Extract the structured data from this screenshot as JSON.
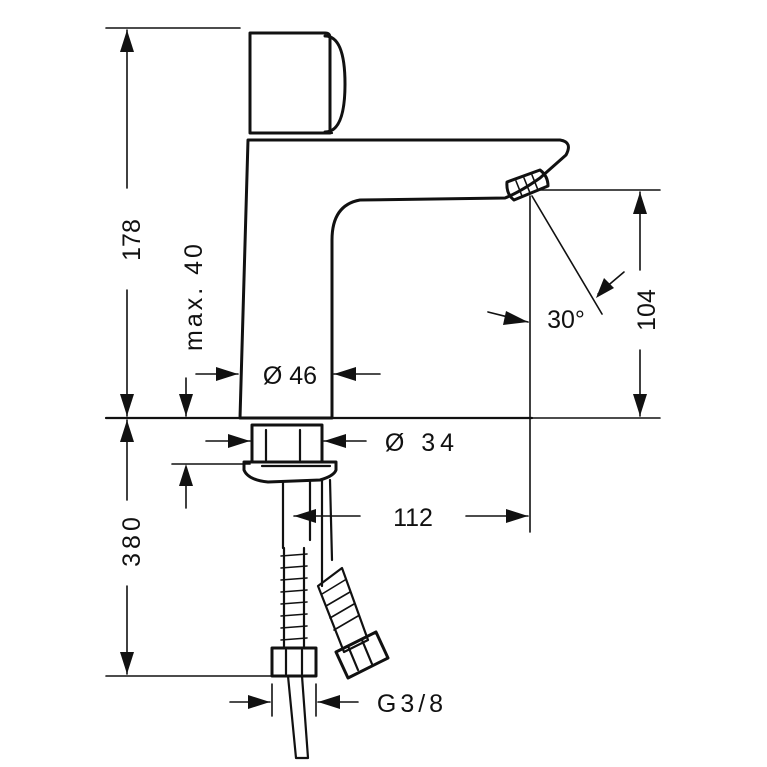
{
  "dimensions": {
    "total_height": "178",
    "below_counter": "380",
    "spout_height": "104",
    "max_thickness": "max. 40",
    "body_diameter": "Ø 46",
    "base_diameter": "Ø 34",
    "spout_reach": "112",
    "angle": "30°",
    "thread": "G3/8"
  },
  "colors": {
    "line": "#111111",
    "background": "#ffffff"
  }
}
